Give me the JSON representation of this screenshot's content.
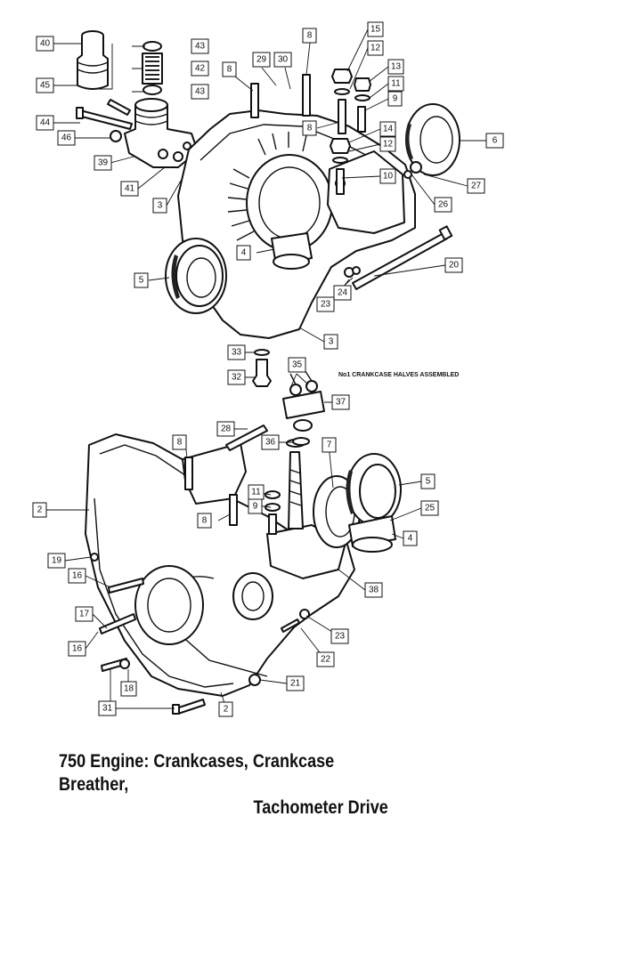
{
  "caption": {
    "line1": "750 Engine: Crankcases, Crankcase Breather,",
    "line2": "Tachometer Drive"
  },
  "assembly_note": "No1 CRANKCASE HALVES ASSEMBLED",
  "callouts": [
    "40",
    "45",
    "43",
    "42",
    "43",
    "44",
    "46",
    "39",
    "41",
    "3",
    "8",
    "29",
    "30",
    "8",
    "15",
    "12",
    "13",
    "11",
    "9",
    "14",
    "12",
    "10",
    "6",
    "27",
    "26",
    "4",
    "5",
    "20",
    "24",
    "23",
    "3",
    "33",
    "32",
    "35",
    "37",
    "28",
    "8",
    "36",
    "7",
    "5",
    "2",
    "11",
    "9",
    "8",
    "25",
    "4",
    "19",
    "16",
    "17",
    "16",
    "38",
    "23",
    "22",
    "21",
    "18",
    "31",
    "2"
  ]
}
